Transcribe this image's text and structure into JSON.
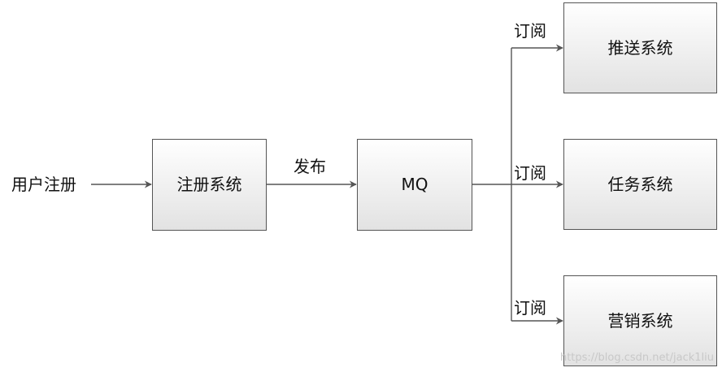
{
  "diagram": {
    "source_label": "用户注册",
    "nodes": {
      "register": "注册系统",
      "mq": "MQ",
      "push": "推送系统",
      "task": "任务系统",
      "marketing": "营销系统"
    },
    "edges": {
      "publish": "发布",
      "subscribe_push": "订阅",
      "subscribe_task": "订阅",
      "subscribe_marketing": "订阅"
    },
    "colors": {
      "box_top": "#ffffff",
      "box_bottom": "#e4e4e4",
      "border": "#555555",
      "line": "#555555",
      "text": "#111111"
    }
  },
  "watermark": "https://blog.csdn.net/jack1liu"
}
